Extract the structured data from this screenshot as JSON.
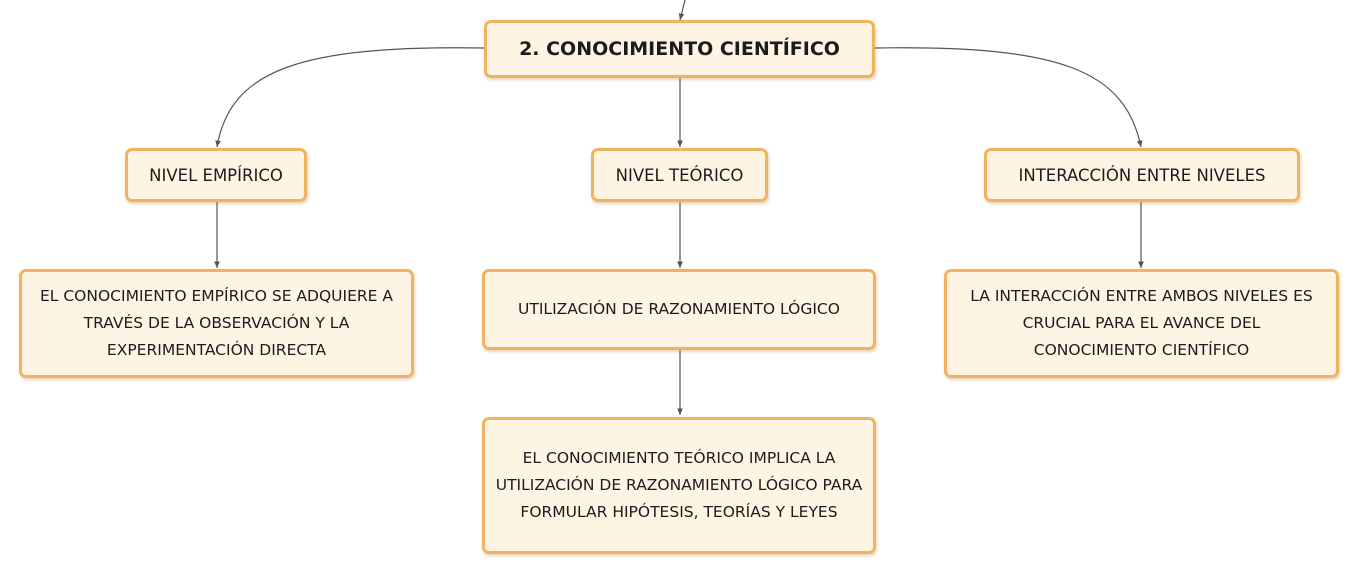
{
  "diagram": {
    "root": {
      "label": "2. CONOCIMIENTO CIENTÍFICO"
    },
    "branches": [
      {
        "label": "NIVEL EMPÍRICO",
        "children": [
          {
            "label": "EL CONOCIMIENTO EMPÍRICO SE ADQUIERE A TRAVÉS DE LA OBSERVACIÓN Y LA EXPERIMENTACIÓN DIRECTA"
          }
        ]
      },
      {
        "label": "NIVEL TEÓRICO",
        "children": [
          {
            "label": "UTILIZACIÓN DE RAZONAMIENTO LÓGICO"
          },
          {
            "label": "EL CONOCIMIENTO TEÓRICO IMPLICA LA UTILIZACIÓN DE RAZONAMIENTO LÓGICO PARA FORMULAR HIPÓTESIS, TEORÍAS Y LEYES"
          }
        ]
      },
      {
        "label": "INTERACCIÓN ENTRE NIVELES",
        "children": [
          {
            "label": "LA INTERACCIÓN ENTRE AMBOS NIVELES ES CRUCIAL PARA EL AVANCE DEL CONOCIMIENTO CIENTÍFICO"
          }
        ]
      }
    ],
    "colors": {
      "node_fill": "#fdf4e3",
      "node_border": "#f3b35e",
      "connector": "#555555",
      "text": "#1c1c1c"
    }
  }
}
